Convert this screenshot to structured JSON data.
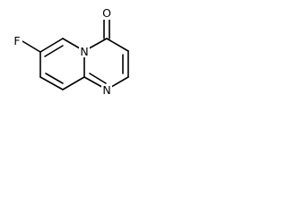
{
  "molecule": {
    "atoms": {
      "fluorine": "F",
      "oxygen": "O",
      "bridge_nitrogen": "N",
      "ring_nitrogen": "N"
    }
  }
}
